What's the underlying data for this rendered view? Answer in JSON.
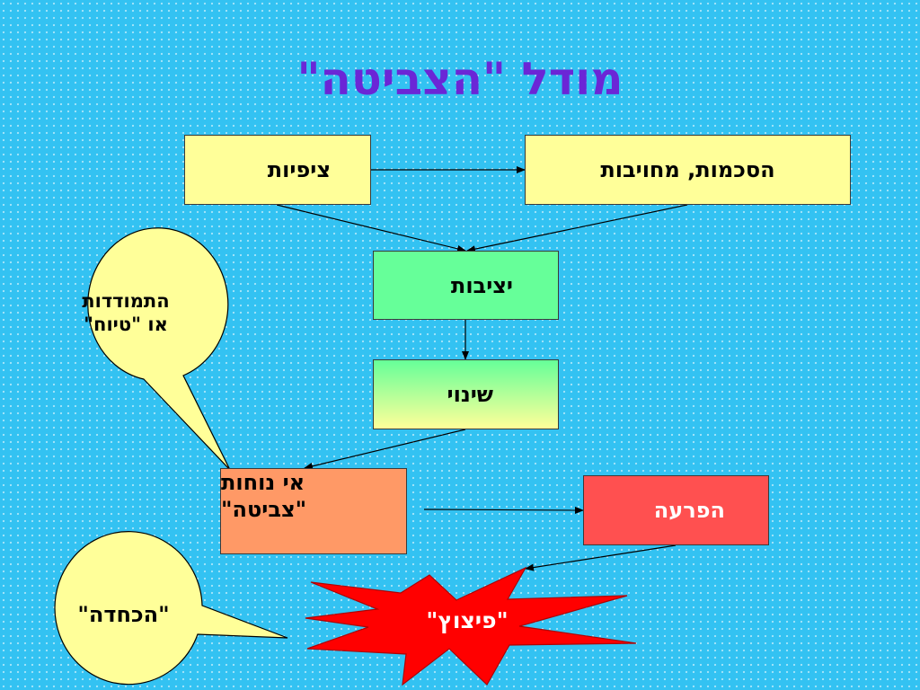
{
  "title": "מודל \"הצביטה\"",
  "colors": {
    "background": "#33c2f2",
    "title": "#6b26d6",
    "yellow_box": "#ffff99",
    "green_box": "#66ff99",
    "orange_box": "#ff9966",
    "red_box": "#ff5050",
    "explosion": "#ff0000",
    "bubble": "#ffff99"
  },
  "boxes": {
    "expectations": "ציפיות",
    "agreements": "הסכמות, מחויבות",
    "stability": "יציבות",
    "change": "שינוי",
    "discomfort_line1": "אי נוחות",
    "discomfort_line2": "\"צביטה\"",
    "disruption": "הפרעה"
  },
  "bubbles": {
    "coping_line1": "התמודדות",
    "coping_line2": "או \"טיוח\"",
    "denial": "\"הכחדה\""
  },
  "explosion": {
    "label": "\"פיצוץ\""
  }
}
